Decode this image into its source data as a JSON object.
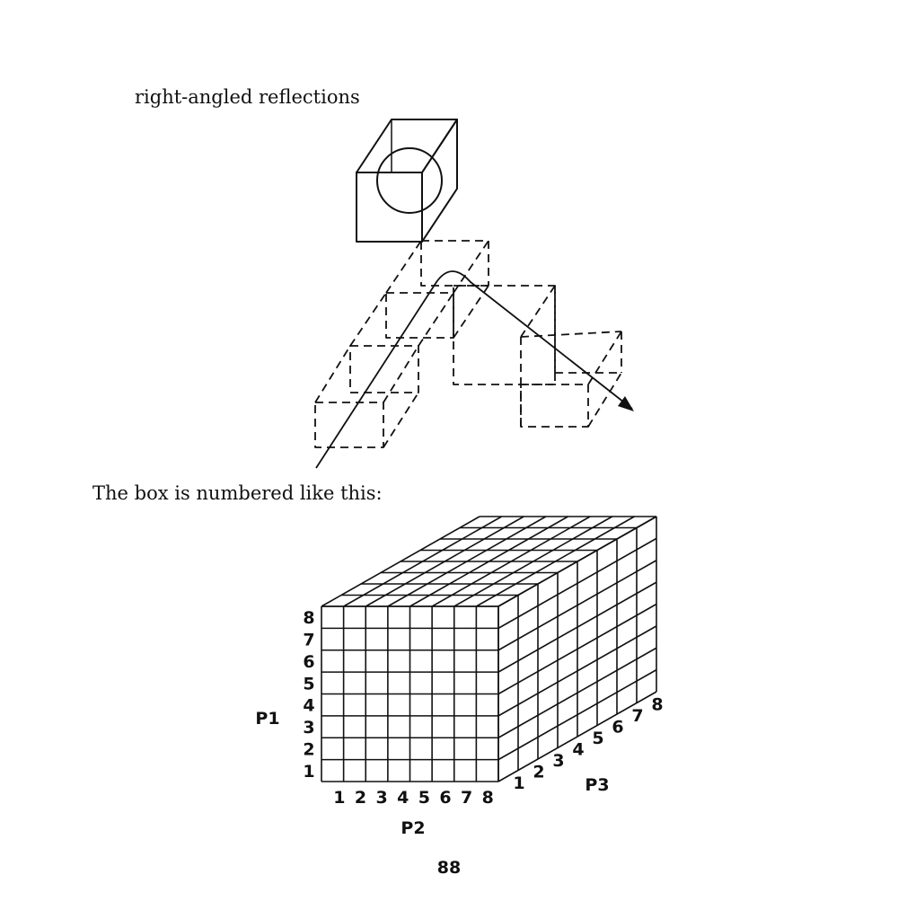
{
  "caption_top": "right-angled reflections",
  "caption_box": "The box is numbered like this:",
  "page_number": "88",
  "box_axes": {
    "p1_label": "P1",
    "p2_label": "P2",
    "p3_label": "P3",
    "p1_ticks": [
      "1",
      "2",
      "3",
      "4",
      "5",
      "6",
      "7",
      "8"
    ],
    "p2_ticks": [
      "1",
      "2",
      "3",
      "4",
      "5",
      "6",
      "7",
      "8"
    ],
    "p3_ticks": [
      "1",
      "2",
      "3",
      "4",
      "5",
      "6",
      "7",
      "8"
    ]
  }
}
